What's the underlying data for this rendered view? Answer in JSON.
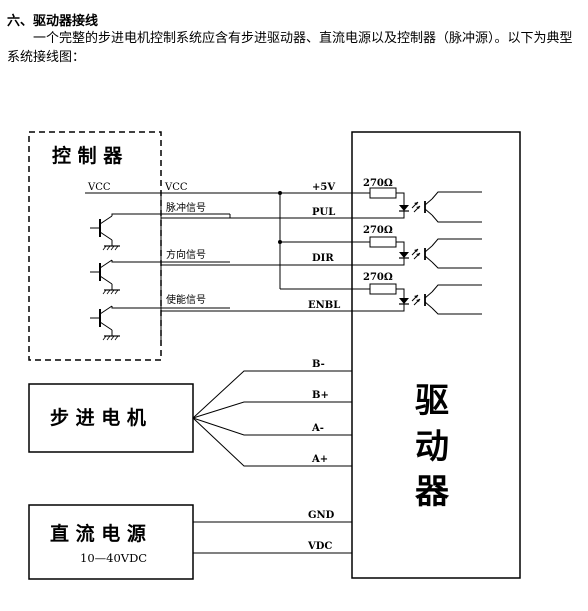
{
  "heading": "六、驱动器接线",
  "intro": "一个完整的步进电机控制系统应含有步进驱动器、直流电源以及控制器（脉冲源）。以下为典型系统接线图：",
  "controller": {
    "title": "控 制 器",
    "vcc_left": "VCC",
    "vcc_right": "VCC",
    "signals": [
      "脉冲信号",
      "方向信号",
      "使能信号"
    ]
  },
  "driver": {
    "title_chars": [
      "驱",
      "动",
      "器"
    ],
    "pins": [
      "+5V",
      "PUL",
      "DIR",
      "ENBL",
      "B-",
      "B+",
      "A-",
      "A+",
      "GND",
      "VDC"
    ],
    "resistor": "270Ω"
  },
  "motor": {
    "title": "步 进 电 机"
  },
  "power": {
    "title": "直 流 电 源",
    "range": "10—40VDC"
  }
}
